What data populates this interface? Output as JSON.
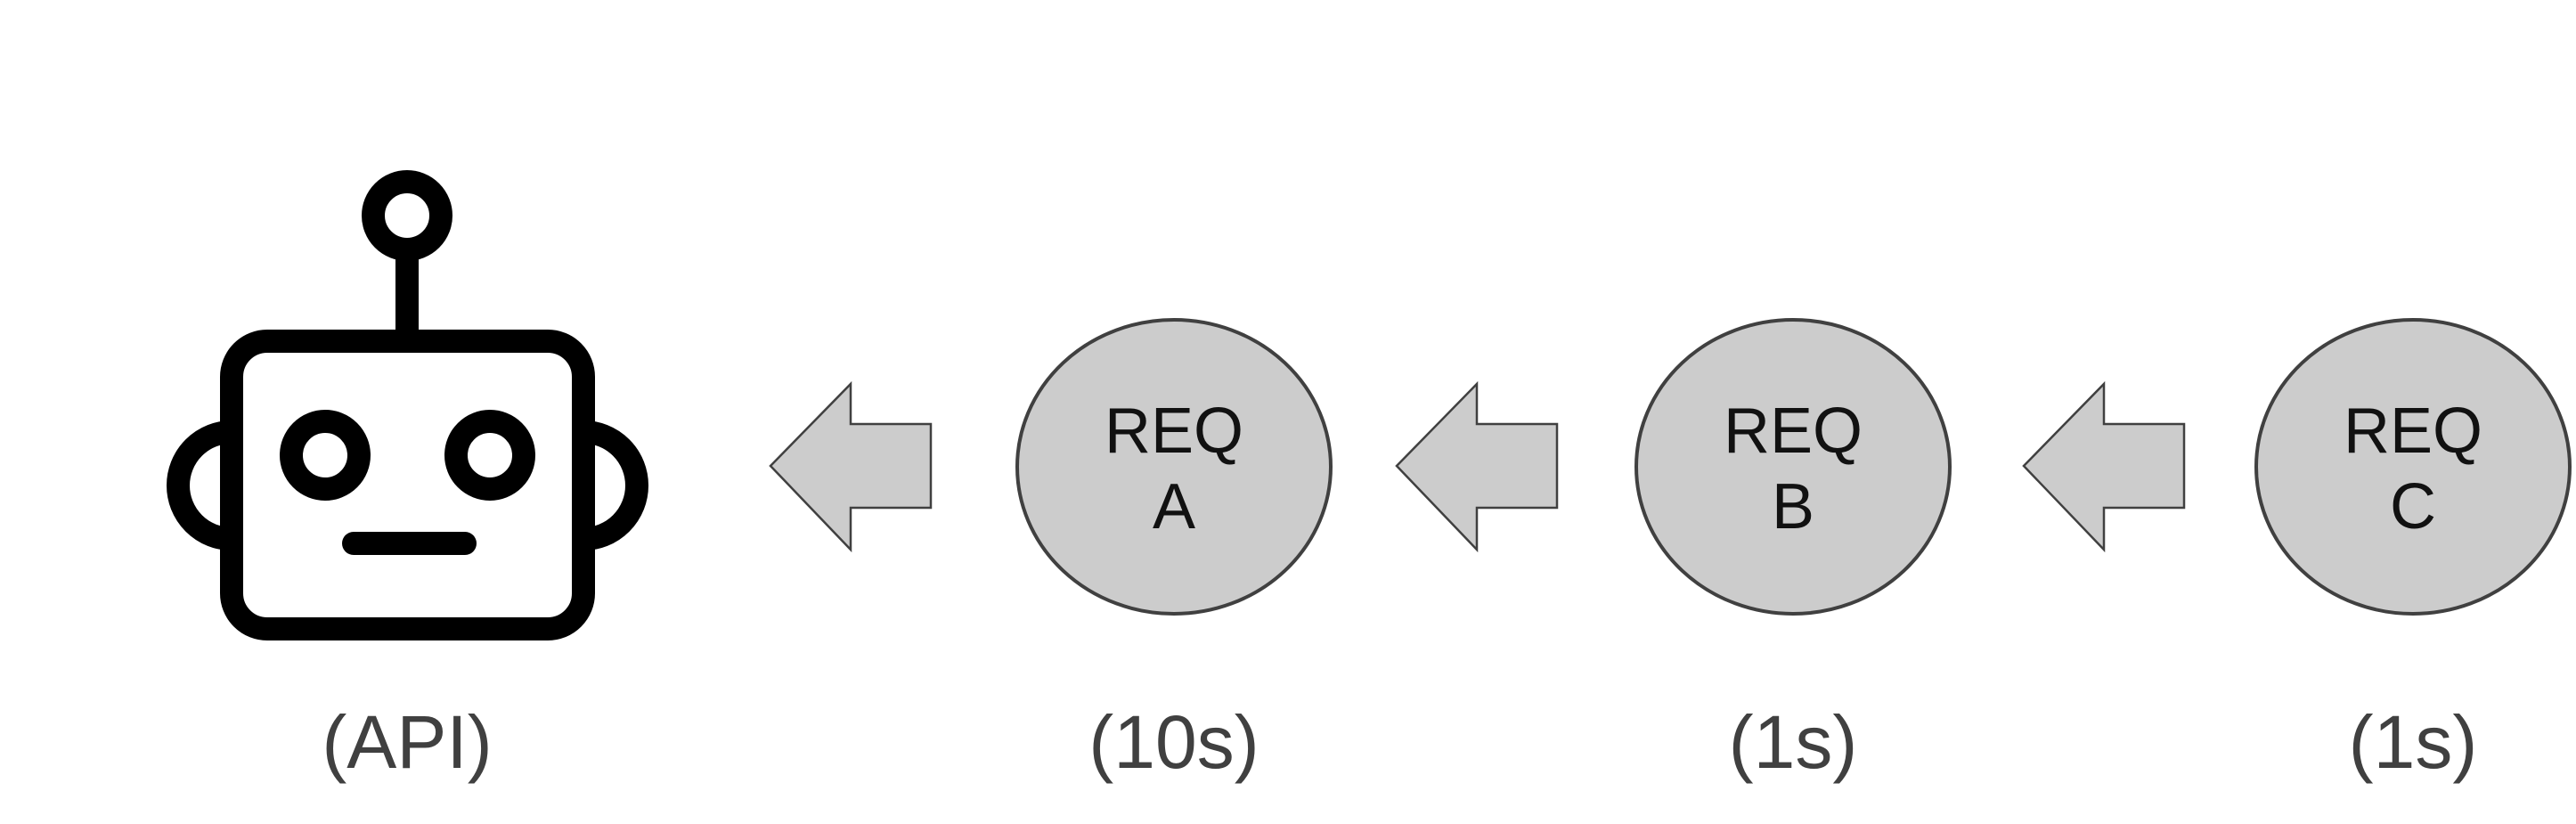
{
  "colors": {
    "node_fill": "#cccccc",
    "node_stroke": "#404040",
    "arrow_fill": "#cccccc",
    "arrow_stroke": "#404040",
    "icon": "#000000",
    "caption": "#404040"
  },
  "api": {
    "icon": "robot-icon",
    "caption": "(API)"
  },
  "arrows": [
    {
      "icon": "arrow-left-icon"
    },
    {
      "icon": "arrow-left-icon"
    },
    {
      "icon": "arrow-left-icon"
    }
  ],
  "requests": [
    {
      "line1": "REQ",
      "line2": "A",
      "caption": "(10s)"
    },
    {
      "line1": "REQ",
      "line2": "B",
      "caption": "(1s)"
    },
    {
      "line1": "REQ",
      "line2": "C",
      "caption": "(1s)"
    }
  ]
}
